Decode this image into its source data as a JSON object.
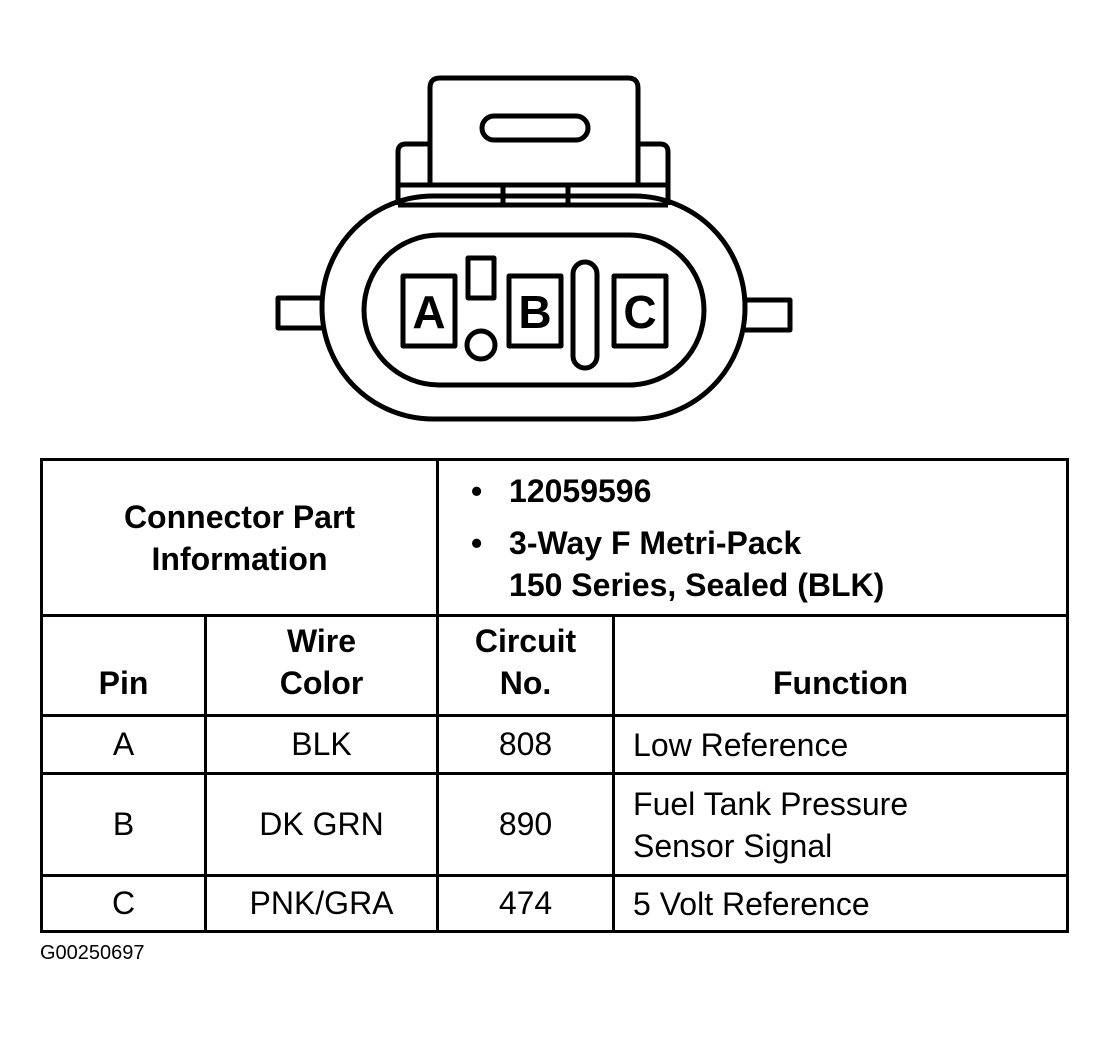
{
  "connector": {
    "pins": [
      "A",
      "B",
      "C"
    ]
  },
  "table": {
    "part_info_label_line1": "Connector Part",
    "part_info_label_line2": "Information",
    "part_number": "12059596",
    "part_desc_line1": "3-Way F Metri-Pack",
    "part_desc_line2": "150 Series, Sealed (BLK)",
    "headers": {
      "pin": "Pin",
      "wire_color_line1": "Wire",
      "wire_color_line2": "Color",
      "circuit_line1": "Circuit",
      "circuit_line2": "No.",
      "function": "Function"
    },
    "rows": [
      {
        "pin": "A",
        "wire_color": "BLK",
        "circuit": "808",
        "function_line1": "Low Reference",
        "function_line2": ""
      },
      {
        "pin": "B",
        "wire_color": "DK GRN",
        "circuit": "890",
        "function_line1": "Fuel Tank Pressure",
        "function_line2": "Sensor Signal"
      },
      {
        "pin": "C",
        "wire_color": "PNK/GRA",
        "circuit": "474",
        "function_line1": "5 Volt Reference",
        "function_line2": ""
      }
    ]
  },
  "figure_code": "G00250697"
}
